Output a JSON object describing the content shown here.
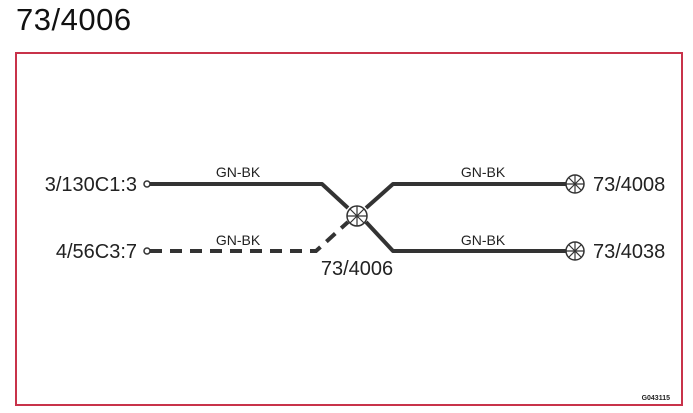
{
  "title": "73/4006",
  "frame_color": "#c8324a",
  "wire_color": "#333333",
  "diagram": {
    "left_connectors": [
      {
        "label": "3/130C1:3",
        "wire_label": "GN-BK",
        "style": "solid"
      },
      {
        "label": "4/56C3:7",
        "wire_label": "GN-BK",
        "style": "dashed"
      }
    ],
    "splice": {
      "label": "73/4006",
      "icon": "splice-crossed-circle-icon"
    },
    "right_connectors": [
      {
        "label": "73/4008",
        "wire_label": "GN-BK",
        "icon": "splice-crossed-circle-icon"
      },
      {
        "label": "73/4038",
        "wire_label": "GN-BK",
        "icon": "splice-crossed-circle-icon"
      }
    ],
    "figure_id": "G043115"
  }
}
